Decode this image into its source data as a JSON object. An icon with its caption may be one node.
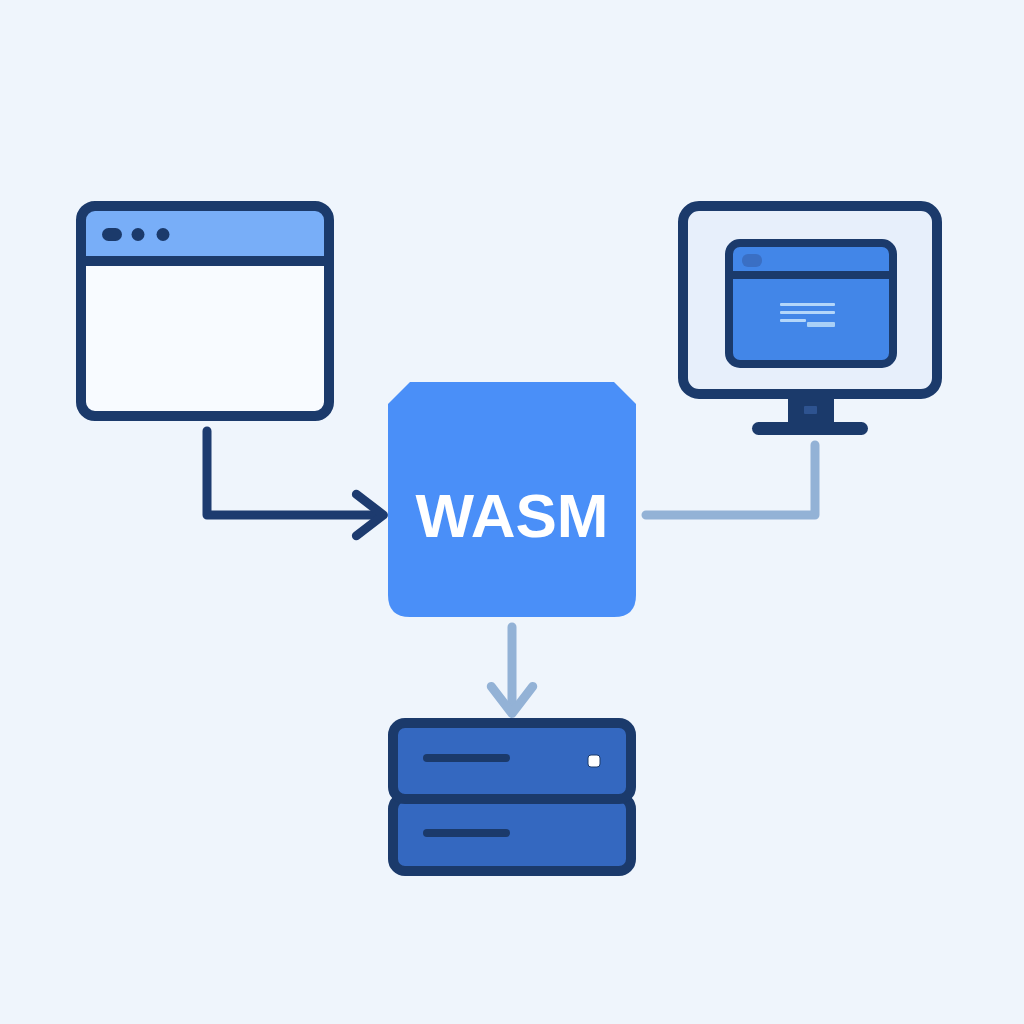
{
  "diagram": {
    "nodes": [
      {
        "text": [],
        "shape": "picture"
      },
      {
        "text": [
          "WASM"
        ]
      },
      {
        "text": [],
        "shape": "picture"
      },
      {
        "text": [],
        "shape": "picture"
      }
    ],
    "edges": [
      {
        "from": 0,
        "to": 1,
        "arrow": "to",
        "color": "#1d3b6f"
      },
      {
        "from": 1,
        "to": 2,
        "arrow": "none"
      },
      {
        "from": 1,
        "to": 3,
        "arrow": "to"
      }
    ]
  }
}
